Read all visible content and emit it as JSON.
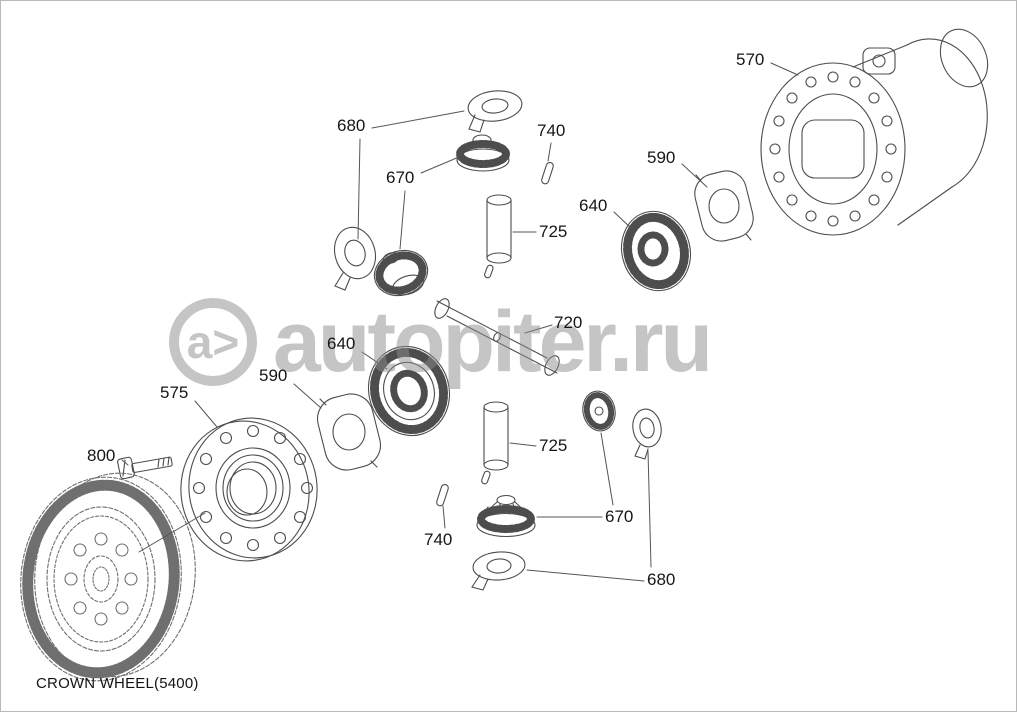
{
  "caption": "CROWN WHEEL(5400)",
  "watermark": {
    "logo_text": "a>",
    "site_text": "autopiter.ru"
  },
  "labels": {
    "l570": "570",
    "l680_top": "680",
    "l740_top": "740",
    "l670_top": "670",
    "l590_right": "590",
    "l640_right": "640",
    "l725_top": "725",
    "l720": "720",
    "l640_left": "640",
    "l590_left": "590",
    "l575": "575",
    "l800": "800",
    "l725_bottom": "725",
    "l670_bottom": "670",
    "l740_bottom": "740",
    "l680_bottom": "680"
  },
  "colors": {
    "background": "#ffffff",
    "border": "#b9b9b9",
    "line": "#4d4d4d",
    "crown_wheel_line": "#6f6f6f",
    "label_text": "#161616",
    "watermark": "#8c8c8c"
  }
}
